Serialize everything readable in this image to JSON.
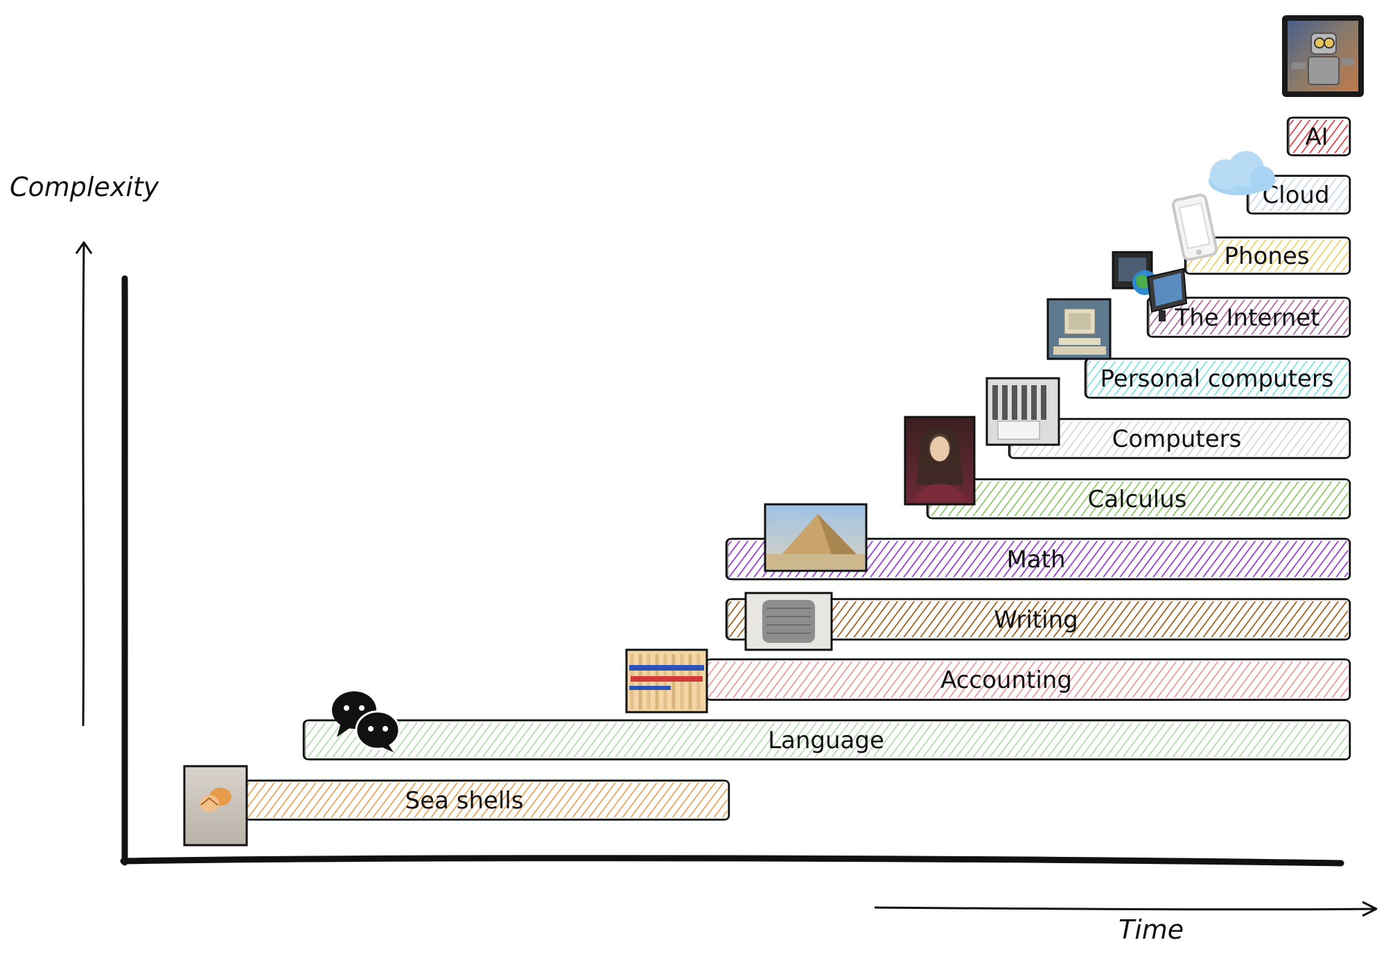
{
  "axes": {
    "y_label": "Complexity",
    "x_label": "Time"
  },
  "milestones": [
    {
      "id": "sea-shells",
      "label": "Sea shells",
      "color": "#f0a35a",
      "icon": "sea-shells-photo"
    },
    {
      "id": "language",
      "label": "Language",
      "color": "#b6dcb0",
      "icon": "speech-bubbles-icon"
    },
    {
      "id": "accounting",
      "label": "Accounting",
      "color": "#f29a9e",
      "icon": "counting-sticks-photo"
    },
    {
      "id": "writing",
      "label": "Writing",
      "color": "#a3621f",
      "icon": "clay-tablet-photo"
    },
    {
      "id": "math",
      "label": "Math",
      "color": "#9b3ee0",
      "icon": "pyramid-photo"
    },
    {
      "id": "calculus",
      "label": "Calculus",
      "color": "#8fc96b",
      "icon": "portrait-photo"
    },
    {
      "id": "computers",
      "label": "Computers",
      "color": "#d8d8d8",
      "icon": "early-computer-photo"
    },
    {
      "id": "personal-computers",
      "label": "Personal computers",
      "color": "#7fe3e6",
      "icon": "desktop-computer-photo"
    },
    {
      "id": "the-internet",
      "label": "The Internet",
      "color": "#b06aa6",
      "icon": "networked-monitors-icon"
    },
    {
      "id": "phones",
      "label": "Phones",
      "color": "#f2d26b",
      "icon": "smartphone-icon"
    },
    {
      "id": "cloud",
      "label": "Cloud",
      "color": "#c9dbeb",
      "icon": "cloud-icon"
    },
    {
      "id": "ai",
      "label": "AI",
      "color": "#e8424a",
      "icon": "robot-photo"
    }
  ]
}
